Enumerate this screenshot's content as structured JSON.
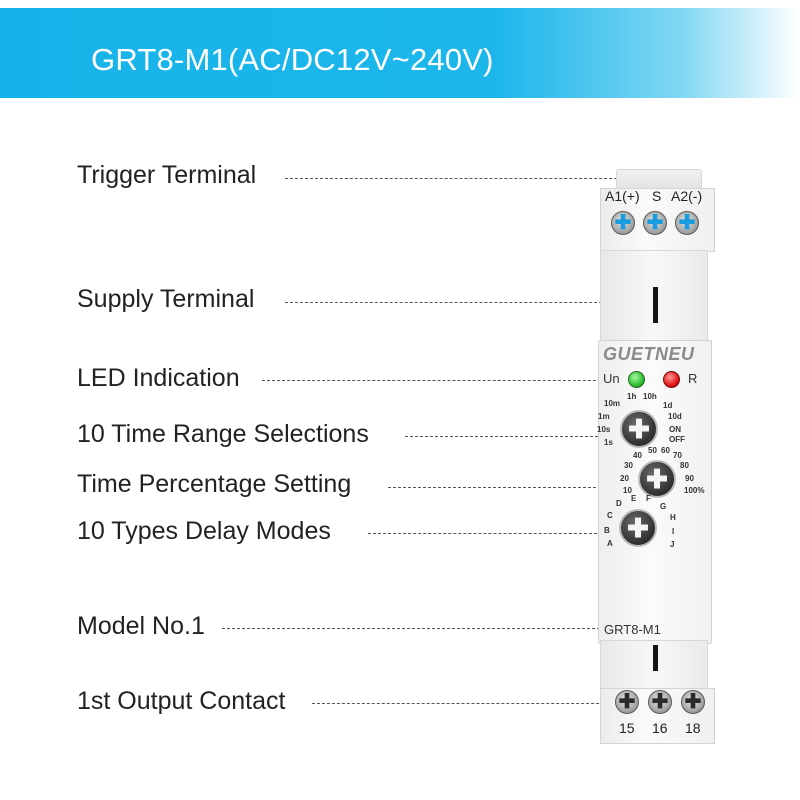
{
  "banner": {
    "title": "GRT8-M1(AC/DC12V~240V)"
  },
  "callouts": {
    "trigger_terminal": "Trigger Terminal",
    "supply_terminal": "Supply Terminal",
    "led_indication": "LED Indication",
    "time_range": "10 Time Range Selections",
    "time_percentage": "Time Percentage Setting",
    "delay_modes": "10 Types Delay Modes",
    "model_no": "Model No.1",
    "output_contact": "1st Output Contact"
  },
  "device": {
    "brand": "GUETNEU",
    "model": "GRT8-M1",
    "top_terminals": {
      "a1": "A1(+)",
      "s": "S",
      "a2": "A2(-)"
    },
    "bottom_terminals": {
      "t15": "15",
      "t16": "16",
      "t18": "18"
    },
    "leds": {
      "un": "Un",
      "r": "R"
    },
    "time_range_dial": {
      "s10m": "10m",
      "s1h": "1h",
      "s10h": "10h",
      "s1d": "1d",
      "s1m": "1m",
      "s10d": "10d",
      "s10s": "10s",
      "sON": "ON",
      "s1s": "1s",
      "sOFF": "OFF"
    },
    "percentage_dial": {
      "p40": "40",
      "p50": "50",
      "p60": "60",
      "p70": "70",
      "p30": "30",
      "p80": "80",
      "p20": "20",
      "p90": "90",
      "p10": "10",
      "p100": "100%"
    },
    "mode_dial": {
      "D": "D",
      "E": "E",
      "F": "F",
      "G": "G",
      "C": "C",
      "H": "H",
      "B": "B",
      "I": "I",
      "A": "A",
      "J": "J"
    }
  },
  "colors": {
    "banner": "#1cb6eb",
    "led_un": "#2fbf33",
    "led_r": "#e01818",
    "screw_accent": "#1a9de0"
  }
}
